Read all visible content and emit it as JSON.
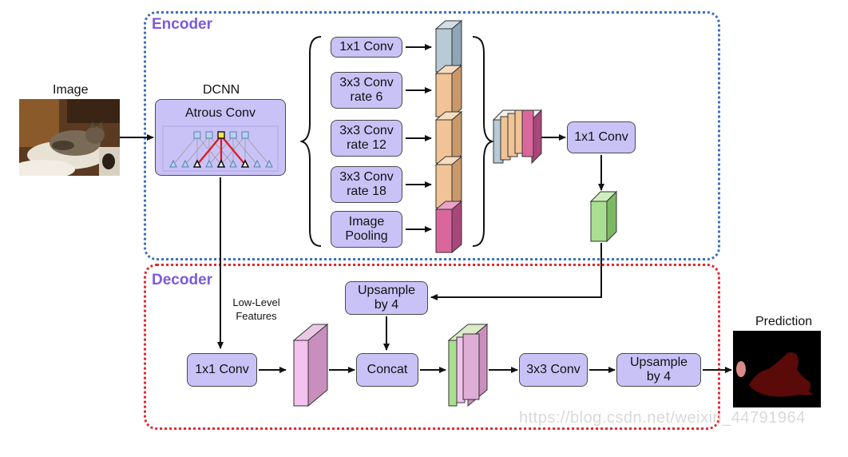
{
  "regions": {
    "encoder_title": "Encoder",
    "decoder_title": "Decoder"
  },
  "input": {
    "label": "Image"
  },
  "output": {
    "label": "Prediction"
  },
  "dcnn": {
    "label": "DCNN",
    "title": "Atrous Conv"
  },
  "aspp": {
    "branches": [
      {
        "label": "1x1 Conv"
      },
      {
        "label": "3x3 Conv\nrate 6"
      },
      {
        "label": "3x3 Conv\nrate 12"
      },
      {
        "label": "3x3 Conv\nrate 18"
      },
      {
        "label": "Image\nPooling"
      }
    ]
  },
  "encoder_out": {
    "conv_label": "1x1 Conv"
  },
  "decoder": {
    "low_level_label": "Low-Level\nFeatures",
    "conv1x1_label": "1x1 Conv",
    "upsample1_label": "Upsample\nby 4",
    "concat_label": "Concat",
    "conv3x3_label": "3x3 Conv",
    "upsample2_label": "Upsample\nby 4"
  },
  "watermark": "https://blog.csdn.net/weixin_44791964",
  "colors": {
    "box_fill": "#c9c2f7",
    "encoder_border": "#3d6fc0",
    "decoder_border": "#e8262c",
    "title_color": "#7a5ae0",
    "feature_blue": "#b7cad6",
    "feature_orange": "#f0c497",
    "feature_pink": "#d9679c",
    "feature_green": "#a9df8f",
    "feature_lavender": "#dfaed6"
  }
}
